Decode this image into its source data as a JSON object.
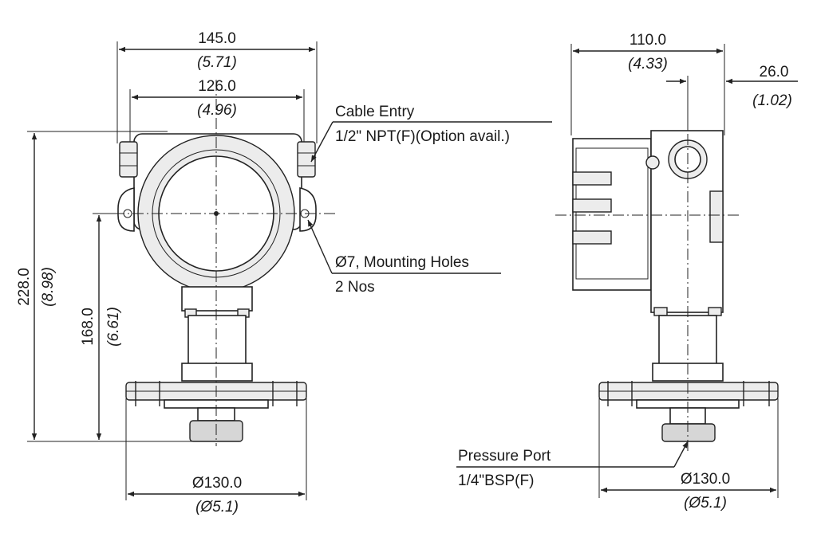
{
  "front_view": {
    "width_overall": "145.0",
    "width_overall_in": "(5.71)",
    "width_inner": "126.0",
    "width_inner_in": "(4.96)",
    "height_overall": "228.0",
    "height_overall_in": "(8.98)",
    "height_center": "168.0",
    "height_center_in": "(6.61)",
    "flange_dia": "Ø130.0",
    "flange_dia_in": "(Ø5.1)"
  },
  "side_view": {
    "width_overall": "110.0",
    "width_overall_in": "(4.33)",
    "offset": "26.0",
    "offset_in": "(1.02)",
    "flange_dia": "Ø130.0",
    "flange_dia_in": "(Ø5.1)"
  },
  "callouts": {
    "cable_entry_title": "Cable Entry",
    "cable_entry_detail": "1/2\" NPT(F)(Option avail.)",
    "mounting_holes_title": "Ø7, Mounting Holes",
    "mounting_holes_detail": "2 Nos",
    "pressure_port_title": "Pressure Port",
    "pressure_port_detail": "1/4\"BSP(F)"
  }
}
